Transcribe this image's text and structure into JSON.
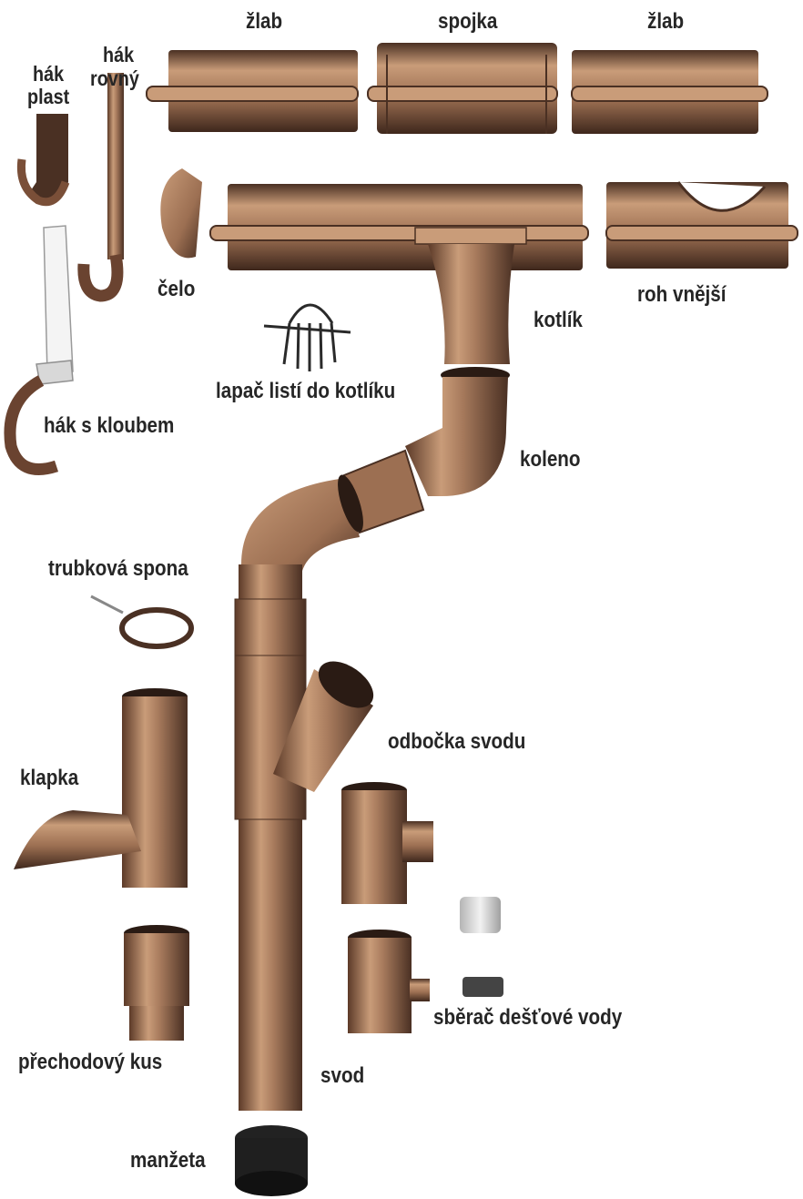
{
  "labels": {
    "zlab_left": "žlab",
    "spojka": "spojka",
    "zlab_right": "žlab",
    "hak_plast_1": "hák",
    "hak_plast_2": "plast",
    "hak_rovny_1": "hák",
    "hak_rovny_2": "rovný",
    "celo": "čelo",
    "kotlik": "kotlík",
    "roh_vnejsi": "roh vnější",
    "lapac": "lapač listí do kotlíku",
    "hak_s_kloubem": "hák s kloubem",
    "koleno": "koleno",
    "trubkova_spona": "trubková spona",
    "odbocka": "odbočka svodu",
    "klapka": "klapka",
    "sberac": "sběrač dešťové vody",
    "prechodovy": "přechodový kus",
    "svod": "svod",
    "manzeta": "manžeta"
  },
  "colors": {
    "copper_light": "#c99c79",
    "copper_mid": "#9c6f52",
    "copper_dark": "#4a3023",
    "label": "#262626",
    "gray_part": "#dadada"
  }
}
